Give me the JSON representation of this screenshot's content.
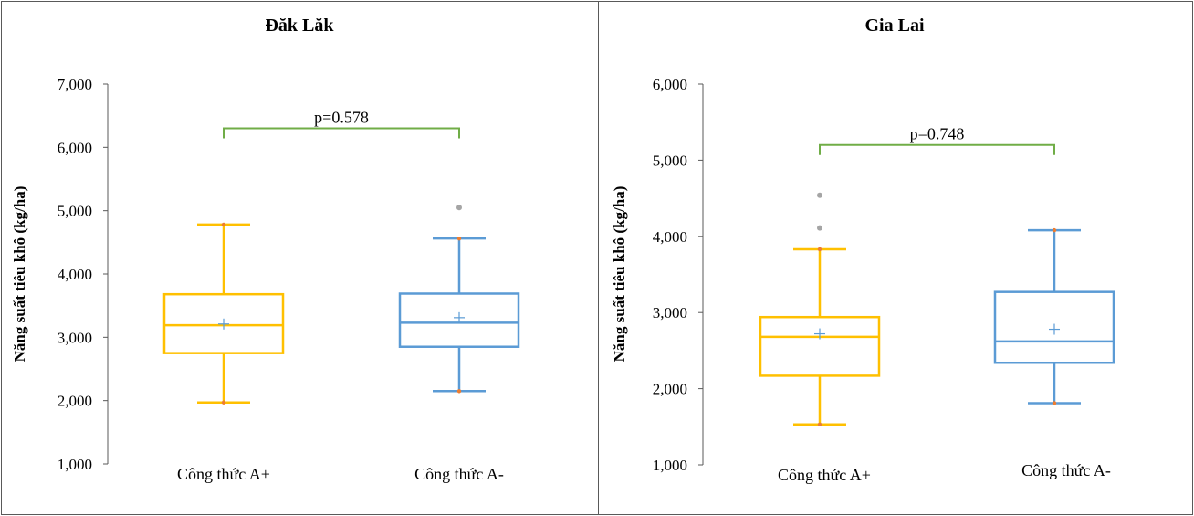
{
  "chart_data": [
    {
      "type": "box",
      "title": "Đăk Lăk",
      "ylabel": "Năng suất tiêu khô (kg/ha)",
      "ylim": [
        1000,
        7000
      ],
      "yticks": [
        1000,
        2000,
        3000,
        4000,
        5000,
        6000,
        7000
      ],
      "ytick_labels": [
        "1,000",
        "2,000",
        "3,000",
        "4,000",
        "5,000",
        "6,000",
        "7,000"
      ],
      "categories": [
        "Công thức A+",
        "Công thức A-"
      ],
      "boxes": [
        {
          "name": "Công thức A+",
          "color": "#FFC000",
          "whisker_low": 1970,
          "q1": 2750,
          "median": 3190,
          "q3": 3680,
          "whisker_high": 4780,
          "mean": 3210,
          "outliers": []
        },
        {
          "name": "Công thức A-",
          "color": "#5B9BD5",
          "whisker_low": 2150,
          "q1": 2850,
          "median": 3230,
          "q3": 3690,
          "whisker_high": 4560,
          "mean": 3310,
          "outliers": [
            5050
          ]
        }
      ],
      "bracket": {
        "label": "p=0.578",
        "y": 6300
      },
      "bracket_color": "#70AD47"
    },
    {
      "type": "box",
      "title": "Gia Lai",
      "ylabel": "Năng suất tiêu khô (kg/ha)",
      "ylim": [
        1000,
        6000
      ],
      "yticks": [
        1000,
        2000,
        3000,
        4000,
        5000,
        6000
      ],
      "ytick_labels": [
        "1,000",
        "2,000",
        "3,000",
        "4,000",
        "5,000",
        "6,000"
      ],
      "categories": [
        "Công thức A+",
        "Công thức A-"
      ],
      "boxes": [
        {
          "name": "Công thức A+",
          "color": "#FFC000",
          "whisker_low": 1530,
          "q1": 2170,
          "median": 2680,
          "q3": 2940,
          "whisker_high": 3830,
          "mean": 2720,
          "outliers": [
            4110,
            4540
          ]
        },
        {
          "name": "Công thức A-",
          "color": "#5B9BD5",
          "whisker_low": 1810,
          "q1": 2340,
          "median": 2620,
          "q3": 3270,
          "whisker_high": 4080,
          "mean": 2780,
          "outliers": []
        }
      ],
      "bracket": {
        "label": "p=0.748",
        "y": 5200
      },
      "bracket_color": "#70AD47"
    }
  ]
}
